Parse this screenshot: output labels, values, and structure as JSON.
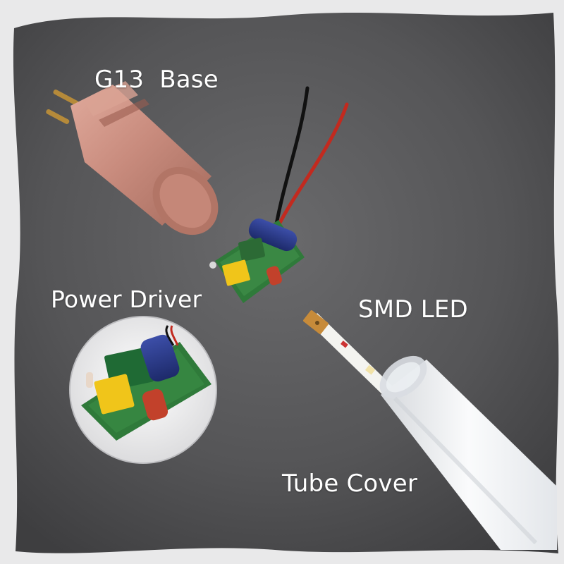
{
  "labels": {
    "g13_base": "G13  Base",
    "power_driver": "Power Driver",
    "smd_led": "SMD LED",
    "tube_cover": "Tube Cover"
  },
  "colors": {
    "background_surface": "#5a5a5c",
    "frame": "#e9e9ea",
    "end_cap": "#c98c7e",
    "pcb_green": "#2f7a3a",
    "capacitor_blue": "#2a3a8a",
    "transformer_yellow": "#f0c51a",
    "film_cap_red": "#c2412b",
    "tube_white": "#f2f4f6",
    "label_text": "#ffffff"
  }
}
